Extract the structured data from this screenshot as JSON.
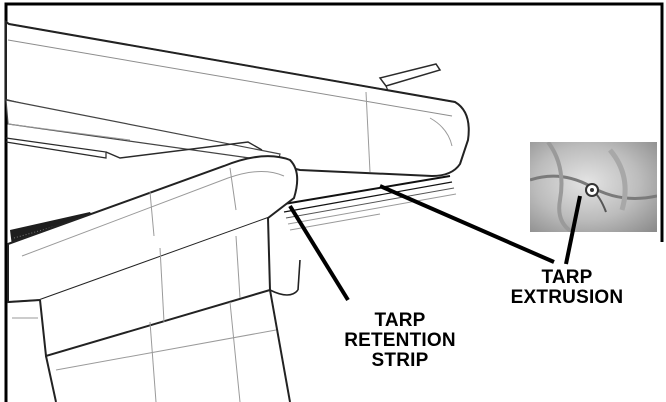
{
  "callouts": {
    "tarp_extrusion": {
      "line1": "TARP",
      "line2": "EXTRUSION"
    },
    "tarp_retention_strip": {
      "line1": "TARP",
      "line2": "RETENTION",
      "line3": "STRIP"
    }
  },
  "colors": {
    "ink": "#000000",
    "outline": "#2a2a2a",
    "thin_line": "#9a9a9a",
    "background": "#ffffff",
    "photo_fabric": "#bdbdbd"
  }
}
